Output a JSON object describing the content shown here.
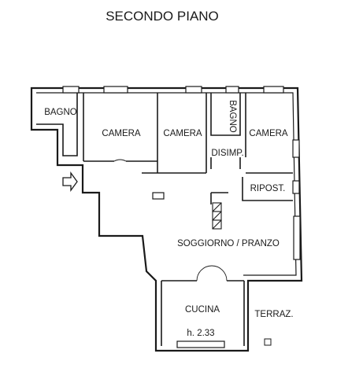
{
  "title": "SECONDO PIANO",
  "rooms": {
    "bagno_left": "BAGNO",
    "camera_1": "CAMERA",
    "camera_2": "CAMERA",
    "bagno_small": "BAGNO",
    "camera_3": "CAMERA",
    "disimp": "DISIMP.",
    "ripost": "RIPOST.",
    "soggiorno": "SOGGIORNO / PRANZO",
    "cucina": "CUCINA",
    "height": "h. 2.33",
    "terrazzo": "TERRAZ."
  },
  "colors": {
    "wall": "#3a3a3a",
    "line": "#1a1a1a"
  }
}
